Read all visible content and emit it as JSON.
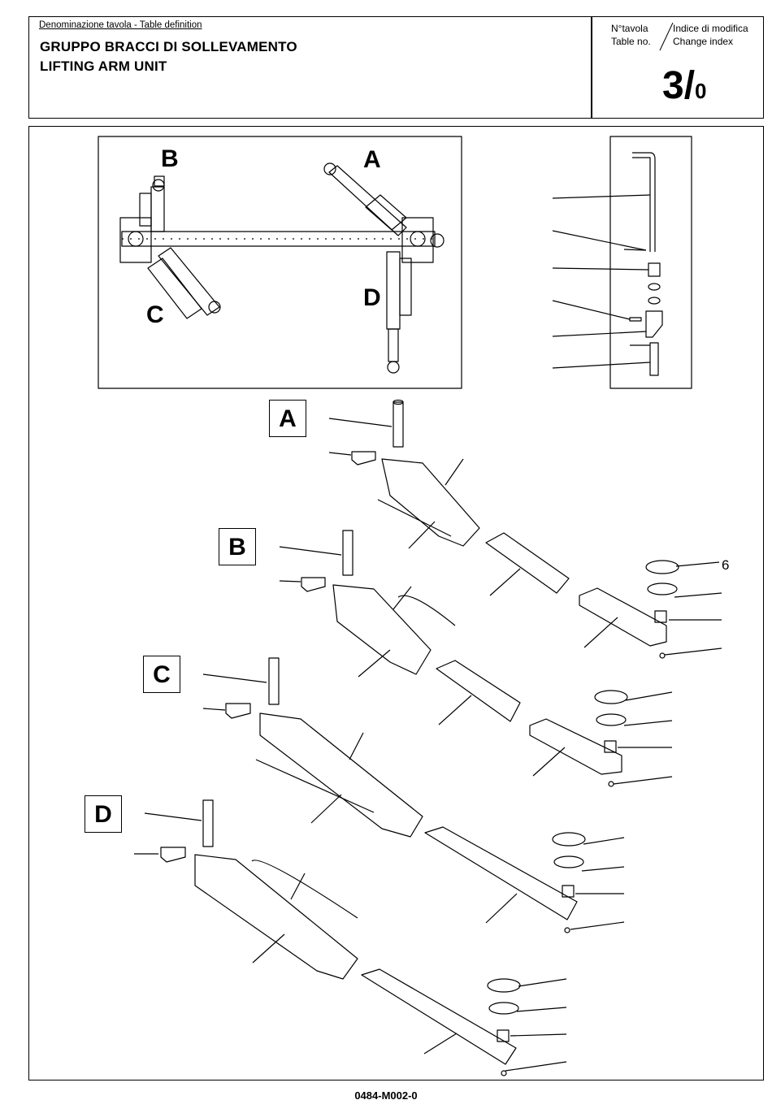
{
  "header": {
    "subtitle": "Denominazione tavola - Table definition",
    "title_it": "GRUPPO BRACCI DI SOLLEVAMENTO",
    "title_en": "LIFTING ARM UNIT",
    "table_no_label_it": "N°tavola",
    "table_no_label_en": "Table no.",
    "change_index_label_it": "Indice di modifica",
    "change_index_label_en": "Change index",
    "table_number": "3/",
    "change_index": "0"
  },
  "overview_labels": {
    "a": "A",
    "b": "B",
    "c": "C",
    "d": "D"
  },
  "section_labels": {
    "a": "A",
    "b": "B",
    "c": "C",
    "d": "D"
  },
  "callout_number": "6",
  "footer": {
    "drawing_code": "0484-M002-0"
  }
}
